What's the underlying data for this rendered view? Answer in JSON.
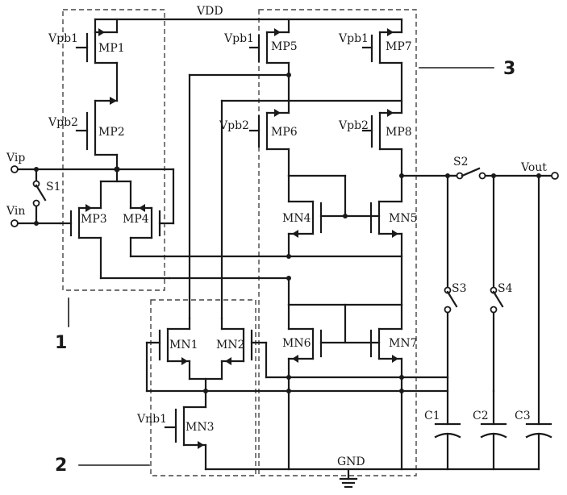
{
  "labels": {
    "vdd": "VDD",
    "gnd": "GND",
    "vip": "Vip",
    "vin": "Vin",
    "vout": "Vout",
    "vpb1": "Vpb1",
    "vpb2": "Vpb2",
    "vnb1": "Vnb1",
    "mp1": "MP1",
    "mp2": "MP2",
    "mp3": "MP3",
    "mp4": "MP4",
    "mp5": "MP5",
    "mp6": "MP6",
    "mp7": "MP7",
    "mp8": "MP8",
    "mn1": "MN1",
    "mn2": "MN2",
    "mn3": "MN3",
    "mn4": "MN4",
    "mn5": "MN5",
    "mn6": "MN6",
    "mn7": "MN7",
    "s1": "S1",
    "s2": "S2",
    "s3": "S3",
    "s4": "S4",
    "c1": "C1",
    "c2": "C2",
    "c3": "C3",
    "block1": "1",
    "block2": "2",
    "block3": "3"
  }
}
